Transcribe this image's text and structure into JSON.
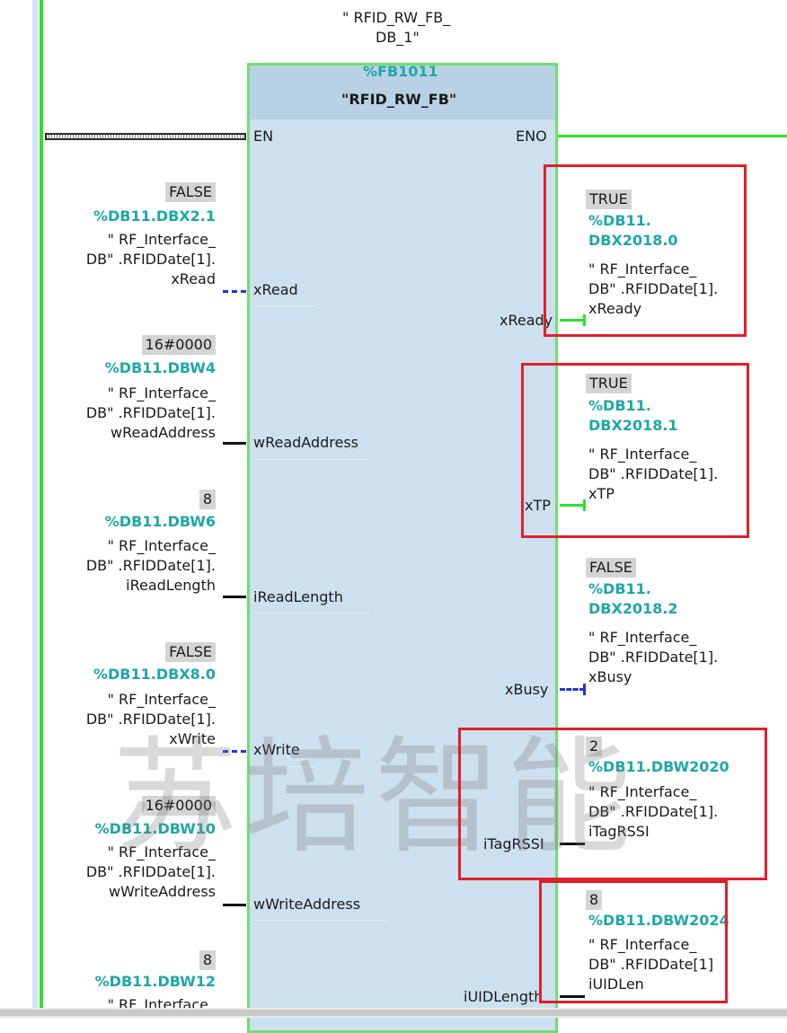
{
  "instance": {
    "line1": "\" RFID_RW_FB_",
    "line2": "DB_1\""
  },
  "block": {
    "number": "%FB1011",
    "name": "\"RFID_RW_FB\"",
    "en_label": "EN",
    "eno_label": "ENO"
  },
  "inputs": [
    {
      "pin": "xRead",
      "value": "FALSE",
      "address": "%DB11.DBX2.1",
      "sym1": "\" RF_Interface_",
      "sym2": "DB\" .RFIDDate[1].",
      "sym3": "xRead"
    },
    {
      "pin": "wReadAddress",
      "value": "16#0000",
      "address": "%DB11.DBW4",
      "sym1": "\" RF_Interface_",
      "sym2": "DB\" .RFIDDate[1].",
      "sym3": "wReadAddress"
    },
    {
      "pin": "iReadLength",
      "value": "8",
      "address": "%DB11.DBW6",
      "sym1": "\" RF_Interface_",
      "sym2": "DB\" .RFIDDate[1].",
      "sym3": "iReadLength"
    },
    {
      "pin": "xWrite",
      "value": "FALSE",
      "address": "%DB11.DBX8.0",
      "sym1": "\" RF_Interface_",
      "sym2": "DB\" .RFIDDate[1].",
      "sym3": "xWrite"
    },
    {
      "pin": "wWriteAddress",
      "value": "16#0000",
      "address": "%DB11.DBW10",
      "sym1": "\" RF_Interface_",
      "sym2": "DB\" .RFIDDate[1].",
      "sym3": "wWriteAddress"
    },
    {
      "pin": "",
      "value": "8",
      "address": "%DB11.DBW12",
      "sym1": "\" RF_Interface_",
      "sym2": "",
      "sym3": ""
    }
  ],
  "outputs": [
    {
      "pin": "xReady",
      "value": "TRUE",
      "address1": "%DB11.",
      "address2": "DBX2018.0",
      "sym1": "\" RF_Interface_",
      "sym2": "DB\" .RFIDDate[1].",
      "sym3": "xReady"
    },
    {
      "pin": "xTP",
      "value": "TRUE",
      "address1": "%DB11.",
      "address2": "DBX2018.1",
      "sym1": "\" RF_Interface_",
      "sym2": "DB\" .RFIDDate[1].",
      "sym3": "xTP"
    },
    {
      "pin": "xBusy",
      "value": "FALSE",
      "address1": "%DB11.",
      "address2": "DBX2018.2",
      "sym1": "\" RF_Interface_",
      "sym2": "DB\" .RFIDDate[1].",
      "sym3": "xBusy"
    },
    {
      "pin": "iTagRSSI",
      "value": "2",
      "address1": "%DB11.DBW2020",
      "sym1": "\" RF_Interface_",
      "sym2": "DB\" .RFIDDate[1].",
      "sym3": "iTagRSSI"
    },
    {
      "pin": "iUIDLength",
      "value": "8",
      "address1": "%DB11.DBW2024",
      "sym1": "\" RF_Interface_",
      "sym2": "DB\" .RFIDDate[1]",
      "sym3": "iUIDLen"
    }
  ],
  "watermark": "苏培智能",
  "colors": {
    "power_rail": "#2ee02e",
    "address": "#1fa7a7",
    "highlight_box": "#e0202a",
    "block_fill": "#cde0f0"
  }
}
